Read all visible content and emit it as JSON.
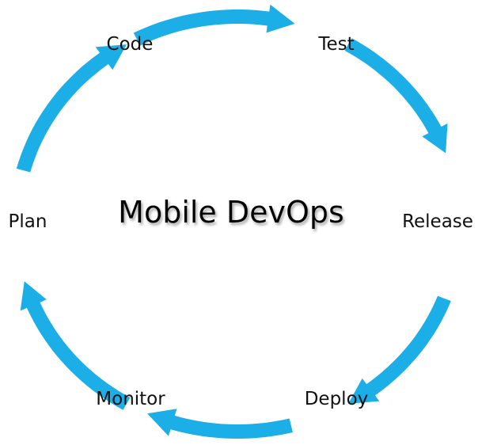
{
  "diagram": {
    "title": "Mobile DevOps",
    "stages": [
      "Code",
      "Test",
      "Release",
      "Deploy",
      "Monitor",
      "Plan"
    ],
    "arrow_color": "#1CAEE6",
    "text_color": "#111111",
    "title_shadow_color": "#9a9a9a"
  }
}
